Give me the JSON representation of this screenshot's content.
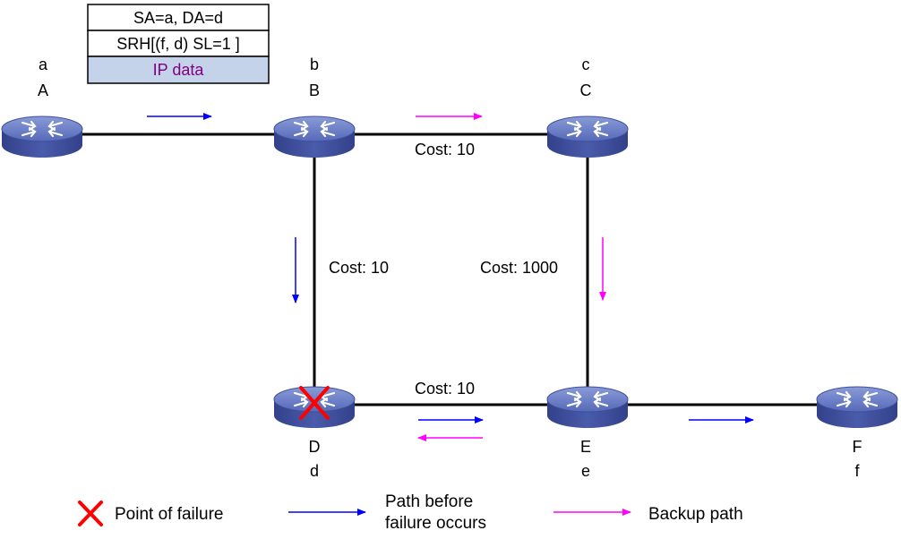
{
  "packet_header": {
    "rows": [
      {
        "text": "SA=a, DA=d",
        "fill": "#ffffff",
        "color": "#000000"
      },
      {
        "text": "SRH[(f, d) SL=1 ]",
        "fill": "#ffffff",
        "color": "#000000"
      },
      {
        "text": "IP data",
        "fill": "#c4d3ea",
        "color": "#800080"
      }
    ]
  },
  "nodes": {
    "A": {
      "name": "A",
      "address": "a"
    },
    "B": {
      "name": "B",
      "address": "b"
    },
    "C": {
      "name": "C",
      "address": "c"
    },
    "D": {
      "name": "D",
      "address": "d"
    },
    "E": {
      "name": "E",
      "address": "e"
    },
    "F": {
      "name": "F",
      "address": "f"
    }
  },
  "links": {
    "bc_cost": "Cost: 10",
    "bd_cost": "Cost: 10",
    "ce_cost": "Cost: 1000",
    "de_cost": "Cost: 10"
  },
  "legend": {
    "failure": "Point of failure",
    "path_before_line1": "Path before",
    "path_before_line2": "failure occurs",
    "backup": "Backup path"
  },
  "colors": {
    "primary_path": "#0000ff",
    "backup_path": "#ff00ff",
    "failure": "#ff0000",
    "router_top": "#6b7fc7",
    "router_side": "#3f4f9a",
    "link": "#000000"
  },
  "icons": {
    "router": "router-icon",
    "failure": "x-mark-icon"
  }
}
